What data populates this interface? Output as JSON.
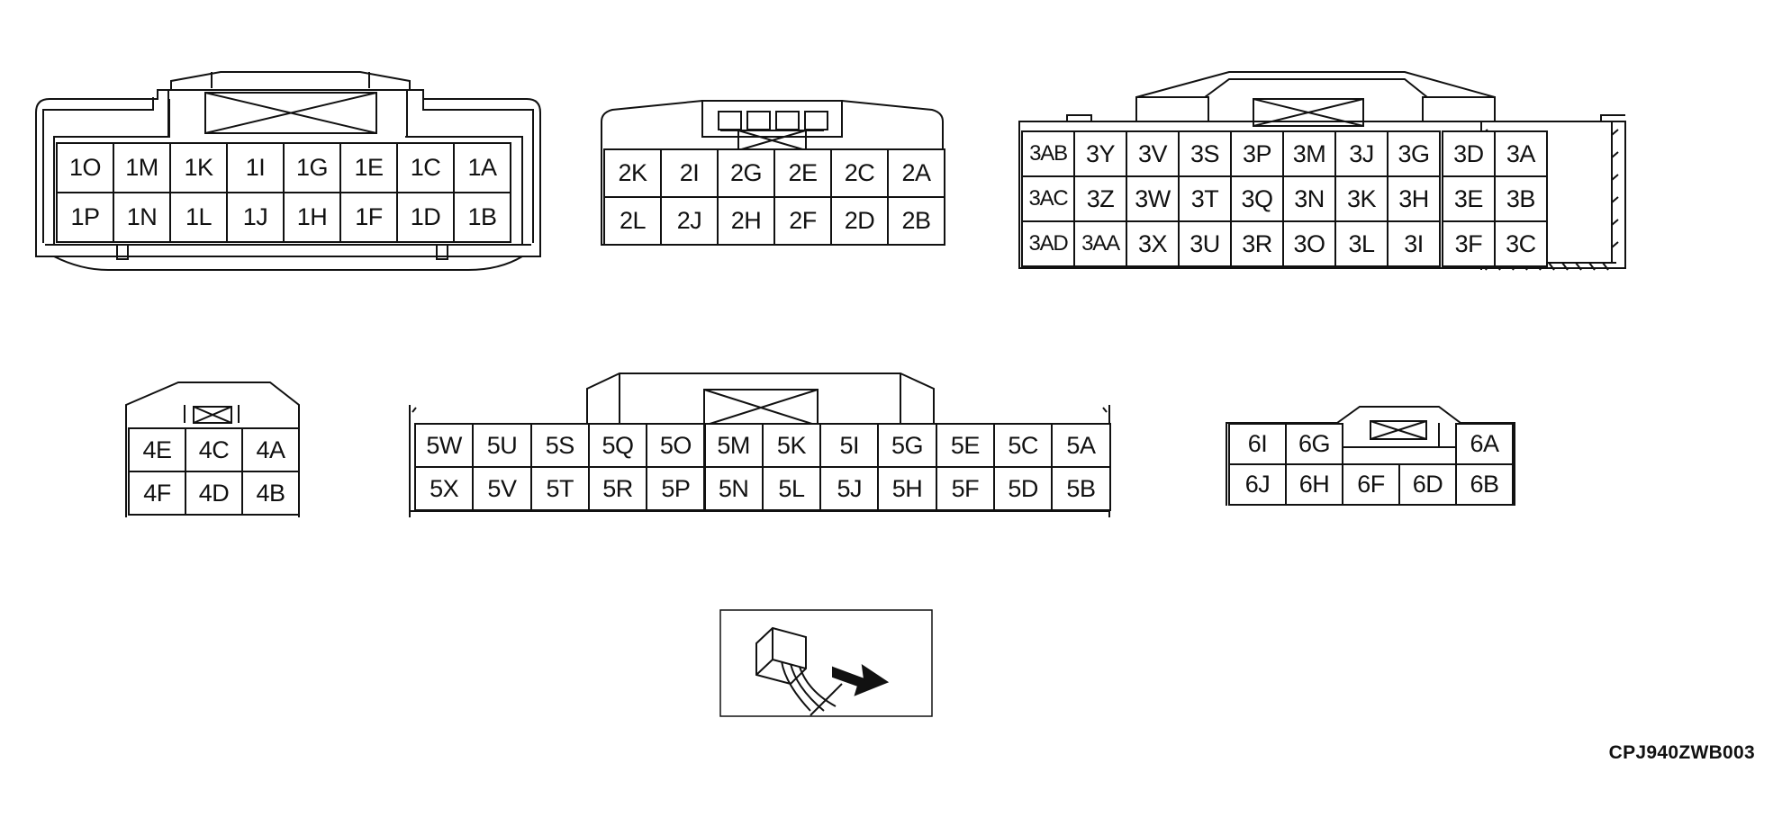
{
  "diagram": {
    "part_code": "CPJ940ZWB003",
    "connectors": [
      {
        "id": "connector-1",
        "rows": [
          [
            "1O",
            "1M",
            "1K",
            "1I",
            "1G",
            "1E",
            "1C",
            "1A"
          ],
          [
            "1P",
            "1N",
            "1L",
            "1J",
            "1H",
            "1F",
            "1D",
            "1B"
          ]
        ]
      },
      {
        "id": "connector-2",
        "rows": [
          [
            "2K",
            "2I",
            "2G",
            "2E",
            "2C",
            "2A"
          ],
          [
            "2L",
            "2J",
            "2H",
            "2F",
            "2D",
            "2B"
          ]
        ]
      },
      {
        "id": "connector-3",
        "rows": [
          [
            "3AB",
            "3Y",
            "3V",
            "3S",
            "3P",
            "3M",
            "3J",
            "3G",
            "3D",
            "3A"
          ],
          [
            "3AC",
            "3Z",
            "3W",
            "3T",
            "3Q",
            "3N",
            "3K",
            "3H",
            "3E",
            "3B"
          ],
          [
            "3AD",
            "3AA",
            "3X",
            "3U",
            "3R",
            "3O",
            "3L",
            "3I",
            "3F",
            "3C"
          ]
        ]
      },
      {
        "id": "connector-4",
        "rows": [
          [
            "4E",
            "4C",
            "4A"
          ],
          [
            "4F",
            "4D",
            "4B"
          ]
        ]
      },
      {
        "id": "connector-5",
        "rows": [
          [
            "5W",
            "5U",
            "5S",
            "5Q",
            "5O",
            "5M",
            "5K",
            "5I",
            "5G",
            "5E",
            "5C",
            "5A"
          ],
          [
            "5X",
            "5V",
            "5T",
            "5R",
            "5P",
            "5N",
            "5L",
            "5J",
            "5H",
            "5F",
            "5D",
            "5B"
          ]
        ]
      },
      {
        "id": "connector-6",
        "rows": [
          [
            "6I",
            "6G",
            "6A"
          ],
          [
            "6J",
            "6H",
            "6F",
            "6D",
            "6B"
          ]
        ]
      }
    ],
    "probe_icon": "harness-side-probe-arrow-icon"
  }
}
